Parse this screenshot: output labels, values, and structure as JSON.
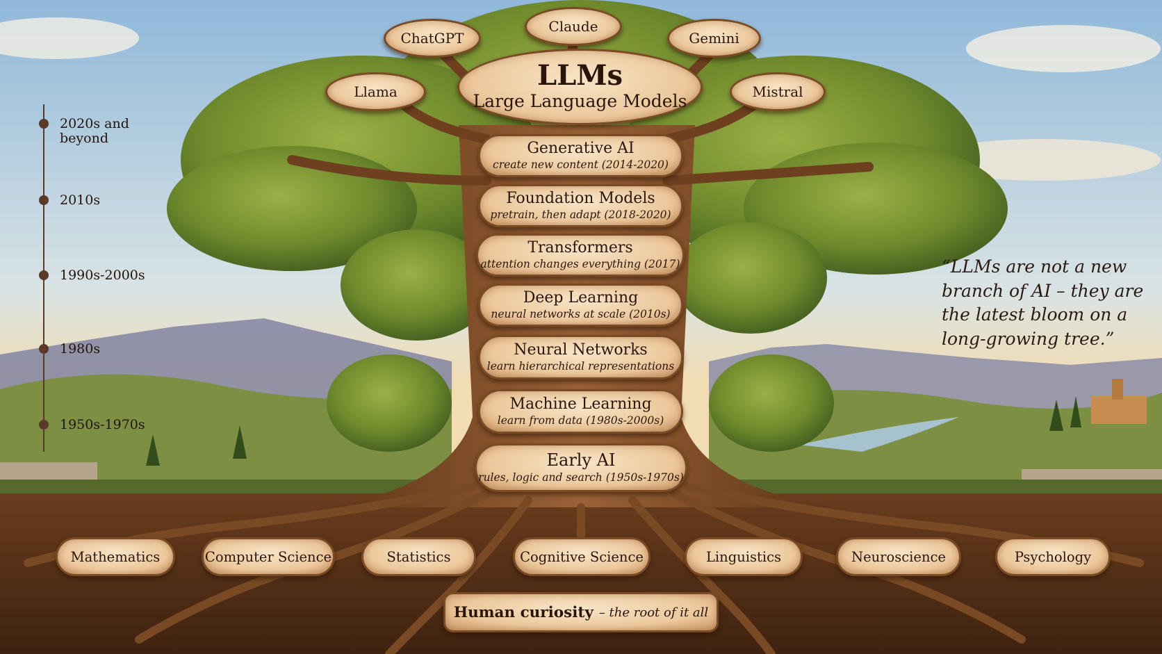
{
  "models": [
    "Llama",
    "ChatGPT",
    "Claude",
    "Gemini",
    "Mistral"
  ],
  "llm": {
    "title": "LLMs",
    "subtitle": "Large Language Models"
  },
  "stages": [
    {
      "title": "Generative AI",
      "sub": "create new content (2014-2020)"
    },
    {
      "title": "Foundation Models",
      "sub": "pretrain, then adapt (2018-2020)"
    },
    {
      "title": "Transformers",
      "sub": "attention changes everything (2017)"
    },
    {
      "title": "Deep Learning",
      "sub": "neural networks at scale (2010s)"
    },
    {
      "title": "Neural Networks",
      "sub": "learn hierarchical representations"
    },
    {
      "title": "Machine Learning",
      "sub": "learn from data (1980s-2000s)"
    },
    {
      "title": "Early AI",
      "sub": "rules, logic and search (1950s-1970s)"
    }
  ],
  "roots": [
    "Mathematics",
    "Computer Science",
    "Statistics",
    "Cognitive Science",
    "Linguistics",
    "Neuroscience",
    "Psychology"
  ],
  "human": {
    "main": "Human curiosity",
    "sub": "– the root of it all"
  },
  "timeline": [
    "2020s and beyond",
    "2010s",
    "1990s-2000s",
    "1980s",
    "1950s-1970s"
  ],
  "quote": "“LLMs are not a new branch of AI – they are the latest bloom on a long-growing tree.”",
  "colors": {
    "sky_top": "#8fb8da",
    "sky_bottom": "#f1dcb4",
    "foliage": "#6f8a2c",
    "foliage_dark": "#3f5a1e",
    "trunk": "#8a5530",
    "soil": "#5a3218",
    "plaque": "#efcfa4",
    "plaque_border": "#7a4a24",
    "text": "#2a1608"
  }
}
